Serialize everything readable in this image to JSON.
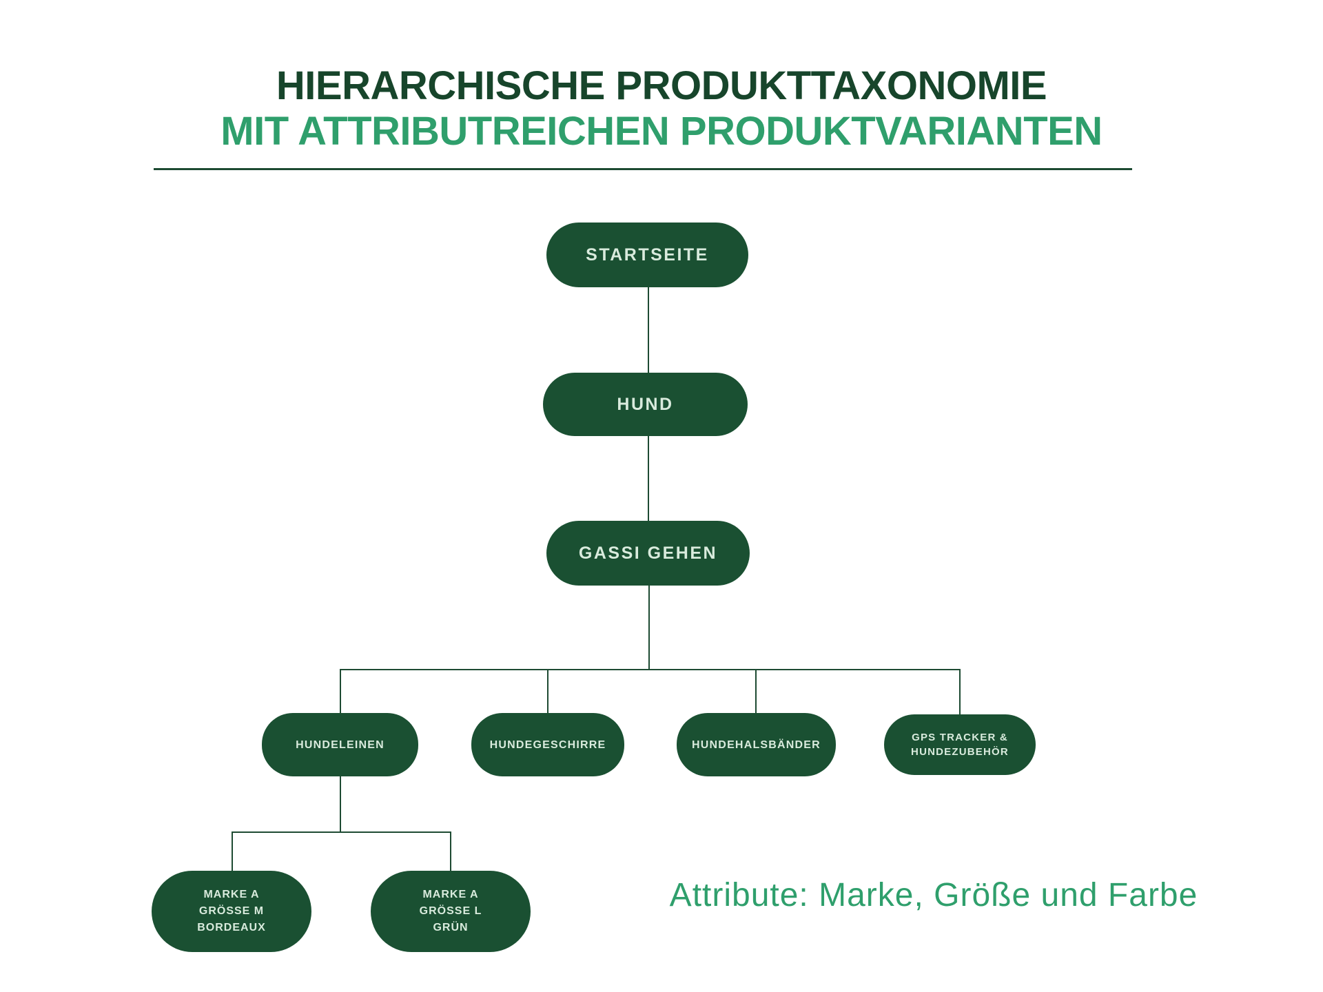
{
  "title": {
    "line1": "HIERARCHISCHE PRODUKTTAXONOMIE",
    "line2": "MIT ATTRIBUTREICHEN PRODUKTVARIANTEN"
  },
  "taxonomy": {
    "level1": [
      {
        "id": "startseite",
        "label": "STARTSEITE"
      },
      {
        "id": "hund",
        "label": "HUND"
      },
      {
        "id": "gassi_gehen",
        "label": "GASSI GEHEN"
      }
    ],
    "level2": [
      {
        "id": "hundeleinen",
        "label": "HUNDELEINEN"
      },
      {
        "id": "hundegeschirre",
        "label": "HUNDEGESCHIRRE"
      },
      {
        "id": "hundehalsbaender",
        "label": "HUNDEHALSBÄNDER"
      },
      {
        "id": "gps_tracker",
        "label": "GPS TRACKER & HUNDEZUBEHÖR",
        "line1": "GPS TRACKER &",
        "line2": "HUNDEZUBEHÖR"
      }
    ],
    "variants": [
      {
        "id": "variant_m",
        "line1": "MARKE A",
        "line2": "GRÖSSE M",
        "line3": "BORDEAUX"
      },
      {
        "id": "variant_l",
        "line1": "MARKE A",
        "line2": "GRÖSSE L",
        "line3": "GRÜN"
      }
    ]
  },
  "caption": {
    "text": "Attribute: Marke, Größe und Farbe"
  },
  "colors": {
    "node_fill": "#1a5032",
    "node_text": "#d9ebdd",
    "title_dark": "#17452b",
    "accent_green": "#2f9f6c",
    "connector": "#1d4a32"
  }
}
